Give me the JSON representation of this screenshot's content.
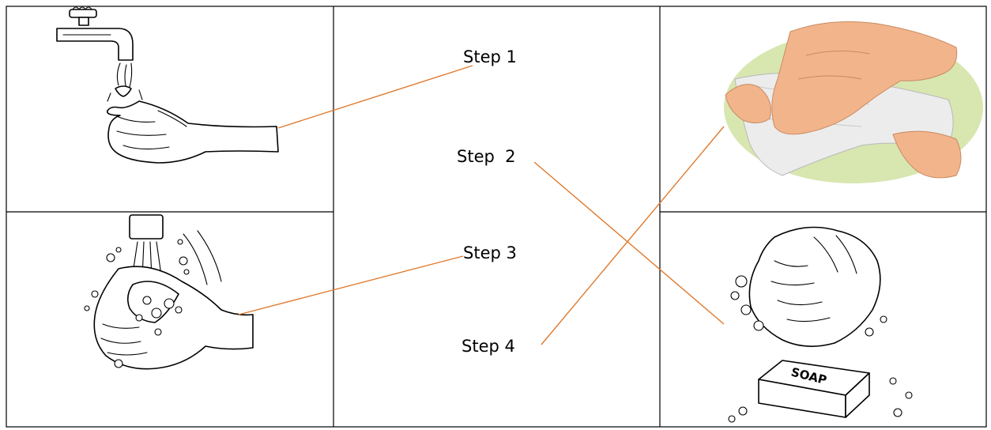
{
  "steps": [
    {
      "label": "Step 1"
    },
    {
      "label": "Step  2"
    },
    {
      "label": "Step 3"
    },
    {
      "label": "Step 4"
    }
  ],
  "illustrations": {
    "top_left": "hands-under-tap-icon",
    "bottom_left": "lathering-hands-icon",
    "top_right": "drying-hands-towel-icon",
    "bottom_right": "hands-on-soap-icon"
  },
  "soap_bar": {
    "label": "SOAP"
  },
  "colors": {
    "connector": "#E07A2E",
    "skin": "#F2B48A",
    "towel_bg": "#D8E6B0",
    "grid": "#000000"
  }
}
